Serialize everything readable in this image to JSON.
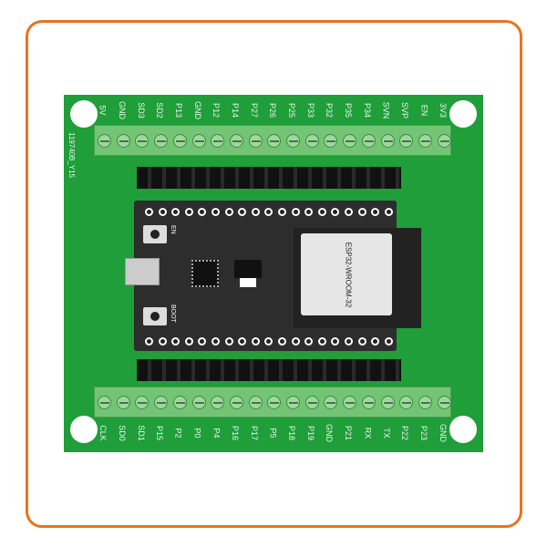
{
  "board": {
    "side_text": "119740B_Y15",
    "module_text": "ESP32-WROOM-32",
    "button_en": "EN",
    "button_boot": "BOOT",
    "top_pins": [
      "5V",
      "GND",
      "SD3",
      "SD2",
      "P13",
      "GND",
      "P12",
      "P14",
      "P27",
      "P26",
      "P25",
      "P33",
      "P32",
      "P35",
      "P34",
      "SVN",
      "SVP",
      "EN",
      "3V3"
    ],
    "bottom_pins": [
      "CLK",
      "SD0",
      "SD1",
      "P15",
      "P2",
      "P0",
      "P4",
      "P16",
      "P17",
      "P5",
      "P18",
      "P19",
      "GND",
      "P21",
      "RX",
      "TX",
      "P22",
      "P23",
      "GND"
    ],
    "colors": {
      "frame": "#e8731e",
      "pcb": "#1f9e3a",
      "terminal": "#74c476",
      "devboard": "#2d2d2d"
    }
  }
}
